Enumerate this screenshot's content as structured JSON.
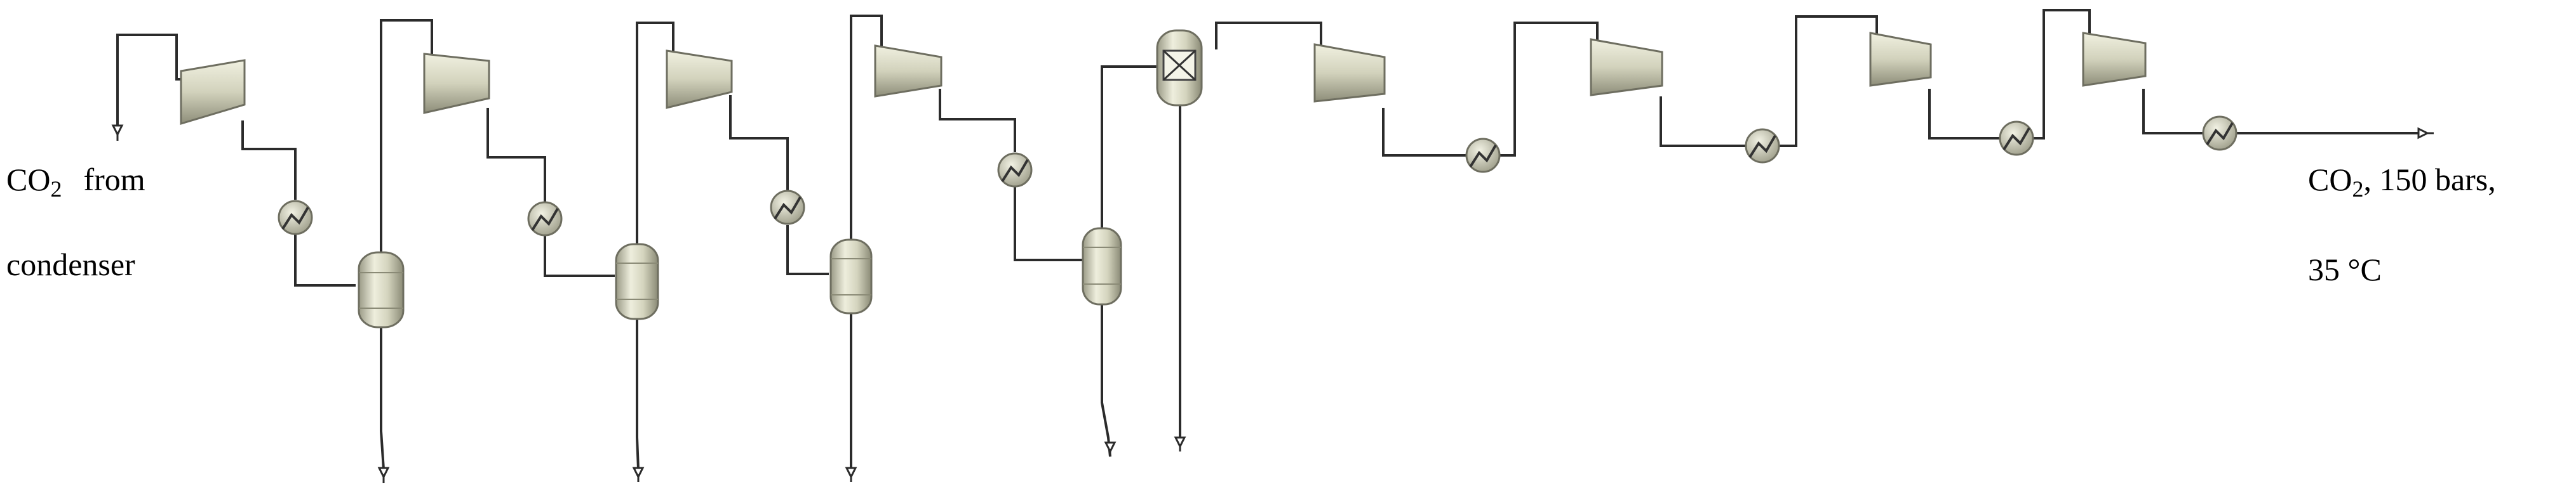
{
  "labels": {
    "inlet": {
      "species": "CO",
      "subscript": "2",
      "line1_rest": "from",
      "line2": "condenser"
    },
    "outlet": {
      "species": "CO",
      "subscript": "2",
      "line1_rest": ", 150 bars,",
      "line2": "35 °C"
    }
  },
  "colors": {
    "line": "#2b2b2b",
    "equipment_fill": "#d2d2bc",
    "equipment_highlight": "#eeeedd",
    "equipment_stroke": "#6e6e60"
  },
  "equipment": {
    "compressors": 8,
    "heat_exchangers": 8,
    "flash_separators": 4,
    "reactor": 1
  }
}
